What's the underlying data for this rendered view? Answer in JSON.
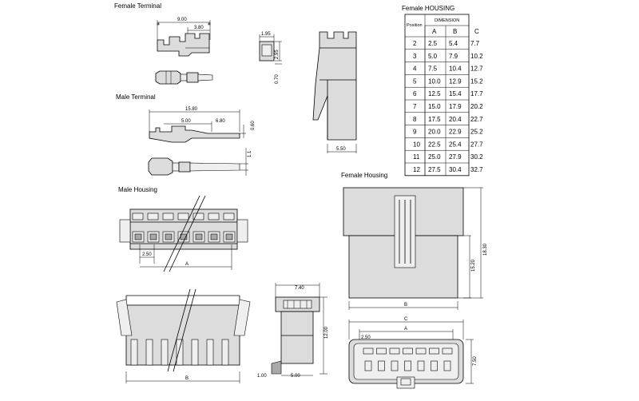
{
  "labels": {
    "female_terminal": "Female Terminal",
    "male_terminal": "Male Terminal",
    "male_housing": "Male Housing",
    "female_housing_table": "Female HOUSING",
    "female_housing_drawing": "Female Housing"
  },
  "dimensions": {
    "ft_length": "9.00",
    "ft_crimp": "3.80",
    "ft_width": "1.95",
    "ft_height": "2.95",
    "ft_offset": "0.70",
    "mt_length": "15.80",
    "mt_seg1": "5.00",
    "mt_seg2": "6.80",
    "mt_height": "0.60",
    "mt_pin": "1.1",
    "side_width": "5.50",
    "mh_pitch": "2.50",
    "mh_a": "A",
    "mh_b": "B",
    "mh_side_width": "7.40",
    "mh_side_height": "12.00",
    "mh_side_offset": "1.00",
    "mh_side_base": "5.00",
    "fh_b": "B",
    "fh_inner_height": "15.20",
    "fh_height": "18.30",
    "fh_c": "C",
    "fh_a": "A",
    "fh_pitch": "2.50",
    "fh_depth": "7.50"
  },
  "table": {
    "header_position": "Position",
    "header_dimension": "DIMENSION",
    "columns": [
      "A",
      "B",
      "C"
    ],
    "rows": [
      [
        "2",
        "2.5",
        "5.4",
        "7.7"
      ],
      [
        "3",
        "5.0",
        "7.9",
        "10.2"
      ],
      [
        "4",
        "7.5",
        "10.4",
        "12.7"
      ],
      [
        "5",
        "10.0",
        "12.9",
        "15.2"
      ],
      [
        "6",
        "12.5",
        "15.4",
        "17.7"
      ],
      [
        "7",
        "15.0",
        "17.9",
        "20.2"
      ],
      [
        "8",
        "17.5",
        "20.4",
        "22.7"
      ],
      [
        "9",
        "20.0",
        "22.9",
        "25.2"
      ],
      [
        "10",
        "22.5",
        "25.4",
        "27.7"
      ],
      [
        "11",
        "25.0",
        "27.9",
        "30.2"
      ],
      [
        "12",
        "27.5",
        "30.4",
        "32.7"
      ]
    ]
  }
}
